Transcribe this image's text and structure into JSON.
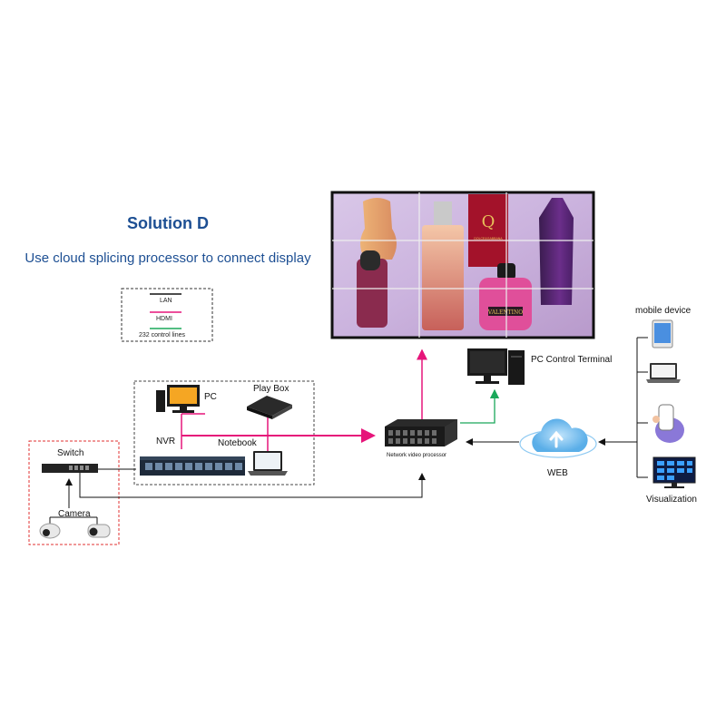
{
  "title": "Solution D",
  "subtitle": "Use cloud splicing processor to connect display",
  "legend": {
    "lan": "LAN",
    "hdmi": "HDMI",
    "control": "232 control lines"
  },
  "labels": {
    "pc": "PC",
    "play_box": "Play Box",
    "nvr": "NVR",
    "notebook": "Notebook",
    "switch": "Switch",
    "camera": "Camera",
    "network_video_processor": "Network video processor",
    "pc_control_terminal": "PC Control Terminal",
    "web": "WEB",
    "mobile_device": "mobile device",
    "visualization": "Visualization"
  },
  "colors": {
    "title": "#1d4f93",
    "hdmi": "#e6157a",
    "control": "#1aa85a",
    "lan": "#111111",
    "dashed_red": "#e03030"
  },
  "video_wall": {
    "rows": 3,
    "cols": 3,
    "content": "perfume bottles display",
    "bottle_texts": [
      "Q",
      "DOLCE&GABBANA",
      "VALENTINO"
    ]
  }
}
